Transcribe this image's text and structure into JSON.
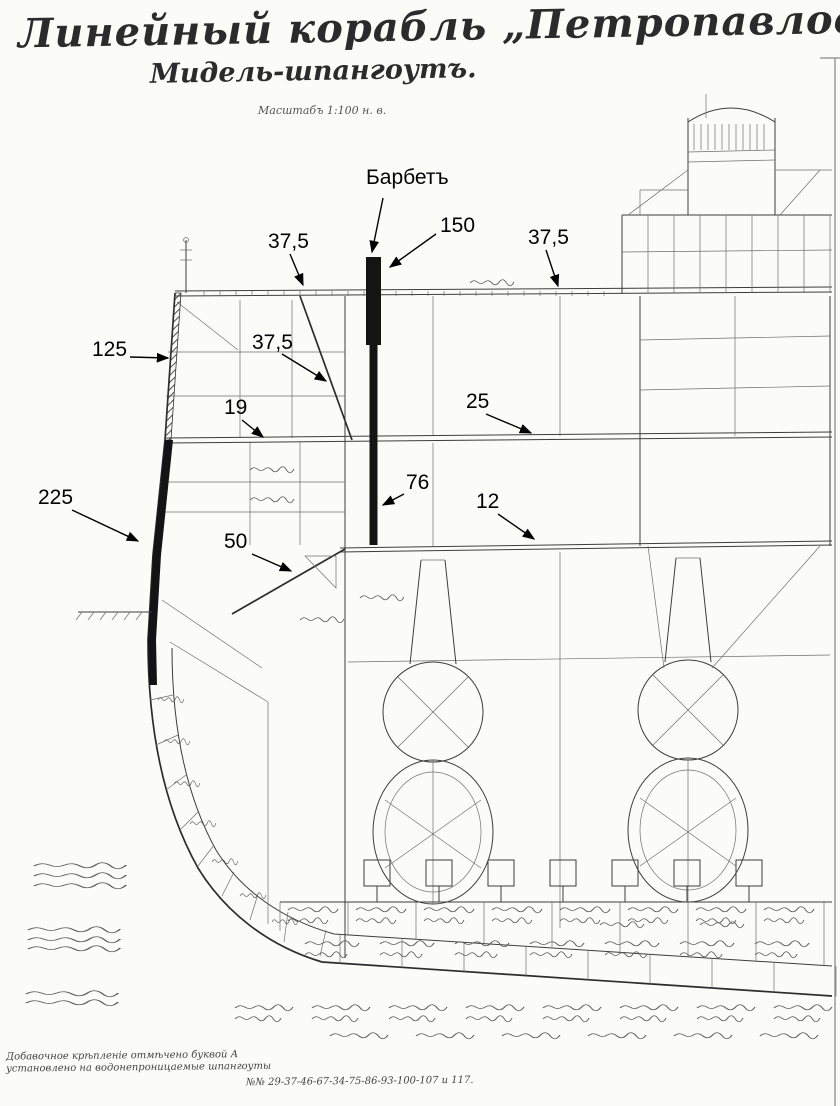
{
  "header": {
    "title": "Линейный корабль „Петропавловскъ“.",
    "subtitle": "Мидель-шпангоутъ.",
    "scale": "Масштабъ 1:100 н. в."
  },
  "annotations": {
    "barbette": "Барбетъ",
    "upper_deck_left": "37,5",
    "barbette_upper": "150",
    "upper_deck_right": "37,5",
    "upper_side_armor": "125",
    "upper_slope": "37,5",
    "middle_deck": "19",
    "middle_deck_right": "25",
    "main_belt": "225",
    "lower_slope": "50",
    "barbette_lower": "76",
    "lower_deck": "12"
  },
  "footnotes": {
    "note": "Добавочное крѣпленіе отмѣчено буквой А установлено на водонепроницаемые шпангоуты",
    "frames": "№№ 29-37-46-67-34-75-86-93-100-107 и 117."
  }
}
